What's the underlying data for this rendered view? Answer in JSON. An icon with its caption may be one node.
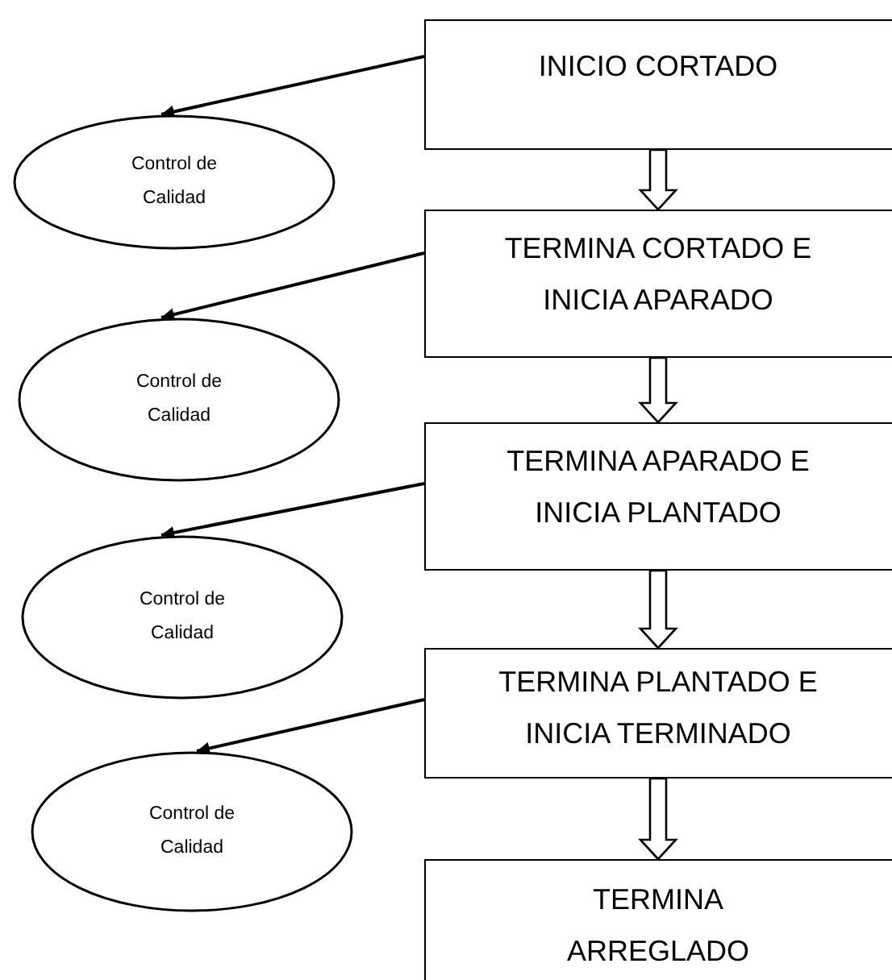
{
  "diagram": {
    "nodes": [
      {
        "text": [
          "INICIO CORTADO"
        ]
      },
      {
        "text": [
          "Control de Calidad"
        ]
      },
      {
        "text": [
          "TERMINA CORTADO E INICIA APARADO"
        ]
      },
      {
        "text": [
          "Control de Calidad"
        ]
      },
      {
        "text": [
          "TERMINA APARADO E INICIA PLANTADO"
        ]
      },
      {
        "text": [
          "Control de Calidad"
        ]
      },
      {
        "text": [
          "TERMINA PLANTADO E INICIA TERMINADO"
        ]
      },
      {
        "text": [
          "Control de Calidad"
        ]
      },
      {
        "text": [
          "TERMINA ARREGLADO"
        ]
      }
    ],
    "edges": [
      {
        "from": 0,
        "to": 1,
        "arrow": "to"
      },
      {
        "from": 0,
        "to": 2,
        "arrow": "to",
        "style": "thick"
      },
      {
        "from": 2,
        "to": 3,
        "arrow": "to"
      },
      {
        "from": 2,
        "to": 4,
        "arrow": "to",
        "style": "thick"
      },
      {
        "from": 4,
        "to": 5,
        "arrow": "to"
      },
      {
        "from": 4,
        "to": 6,
        "arrow": "to",
        "style": "thick"
      },
      {
        "from": 6,
        "to": 7,
        "arrow": "to"
      },
      {
        "from": 6,
        "to": 8,
        "arrow": "to",
        "style": "thick"
      }
    ]
  }
}
